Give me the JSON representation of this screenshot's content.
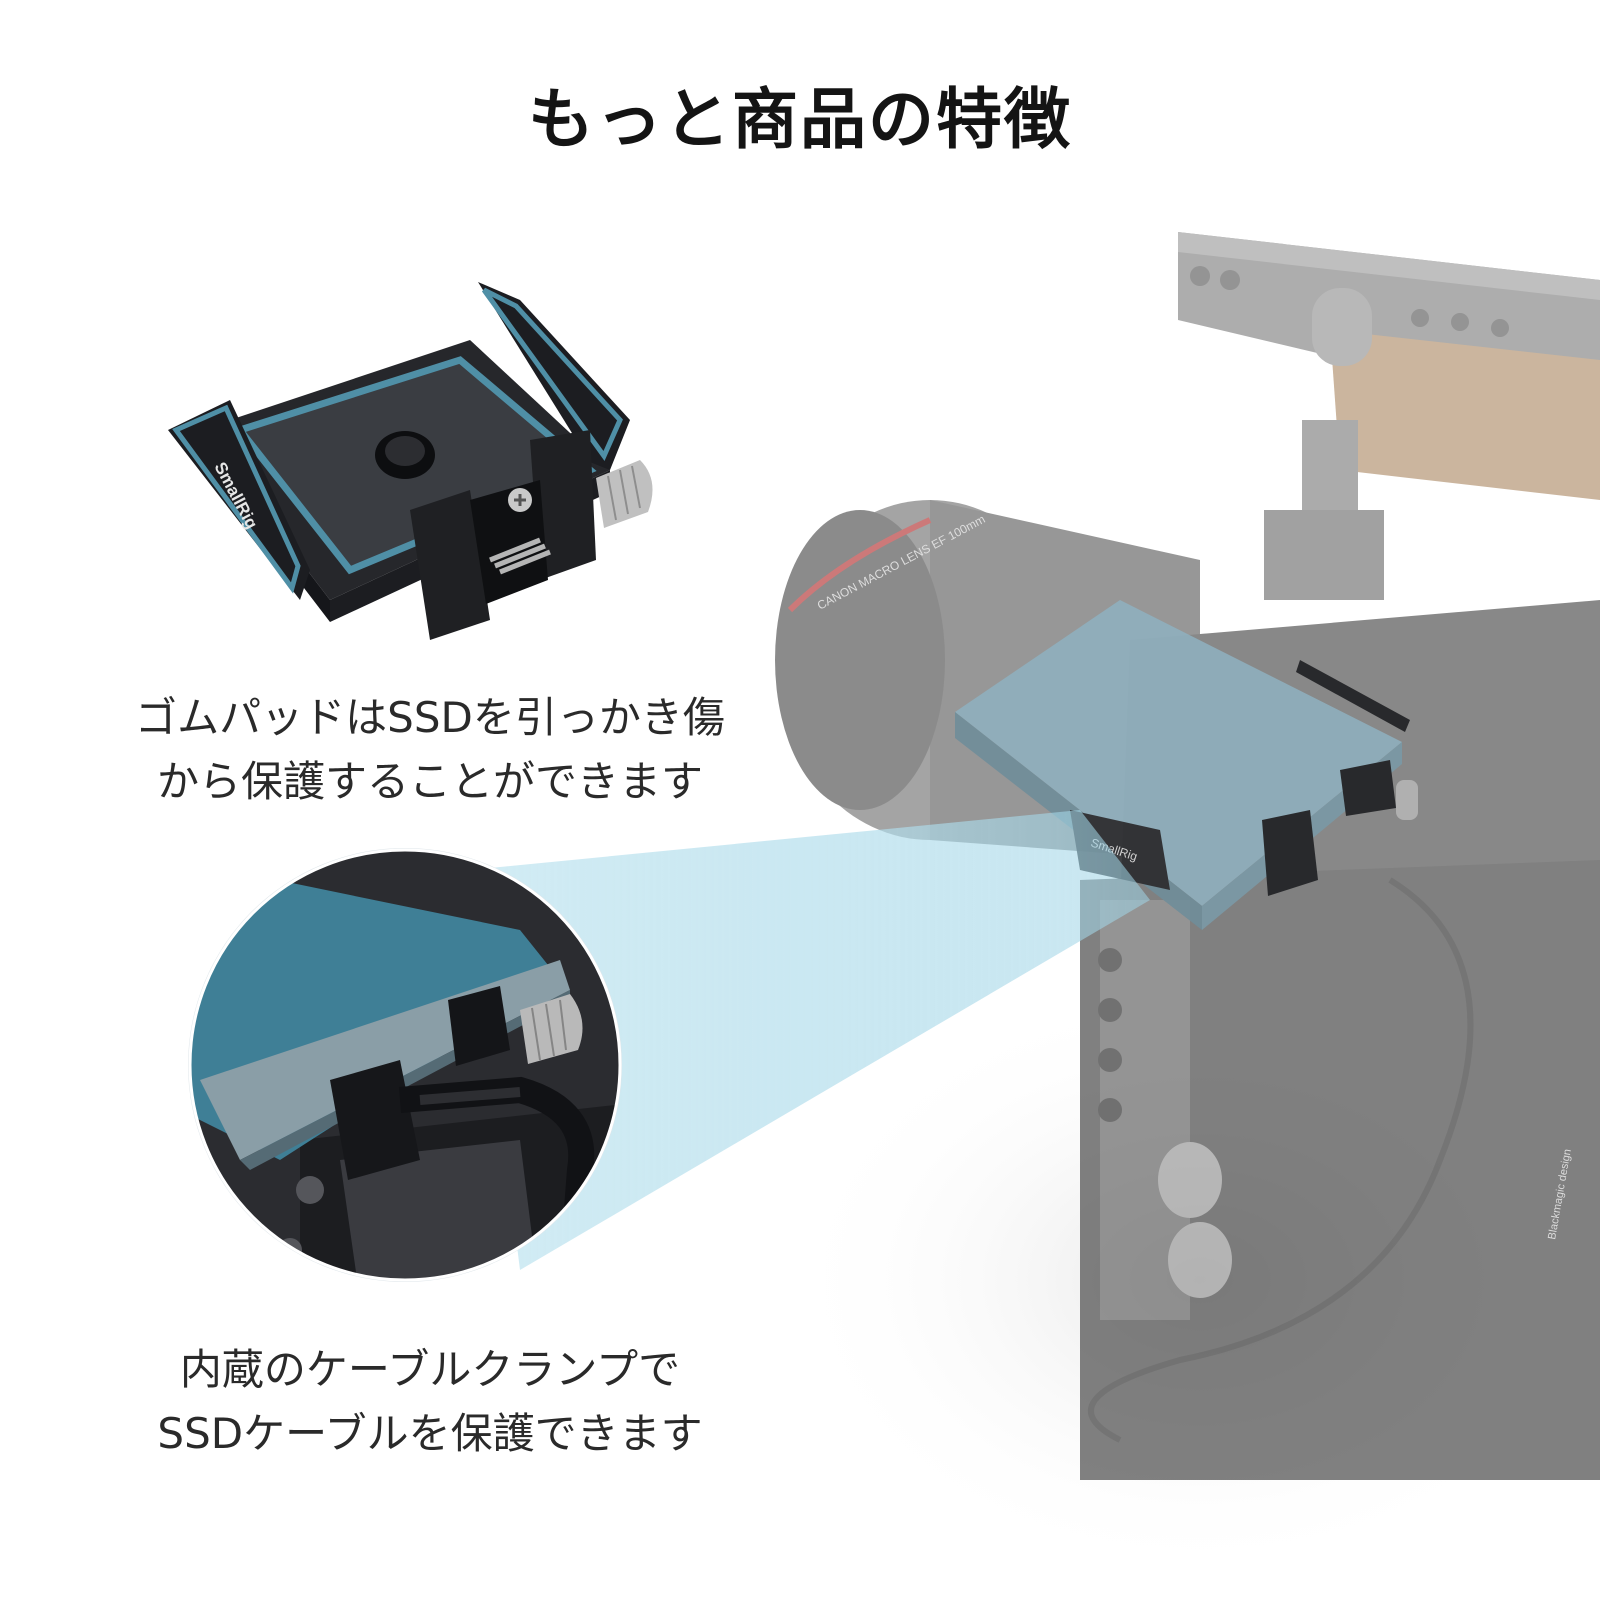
{
  "title": "もっと商品の特徴",
  "features": [
    {
      "caption": "ゴムパッドはSSDを引っかき傷\nから保護することができます"
    },
    {
      "caption": "内蔵のケーブルクランプで\nSSDケーブルを保護できます"
    }
  ],
  "brand_mark": "SmallRig",
  "lens_print": "CANON MACRO LENS EF 100mm",
  "camera_print": "Blackmagic design",
  "colors": {
    "accent_pad": "#4f8fa6",
    "ssd_body": "#8fb0be",
    "highlight_beam": "#bfe3ef",
    "metal_dark": "#1e1f22",
    "camera_gray": "#777777"
  }
}
